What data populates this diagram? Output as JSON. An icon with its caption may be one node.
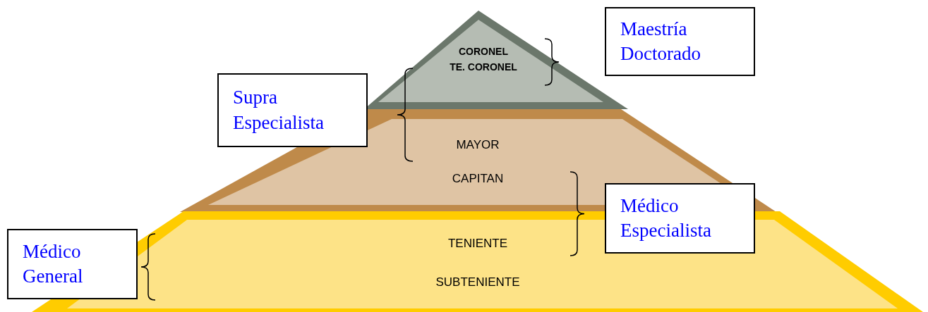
{
  "diagram": {
    "nodes": [
      {
        "text": [
          "CORONEL",
          "TE. CORONEL"
        ]
      },
      {
        "text": [
          "MAYOR",
          "CAPITAN"
        ]
      },
      {
        "text": [
          "TENIENTE",
          "SUBTENIENTE"
        ]
      },
      {
        "text": [
          "Maestría Doctorado"
        ]
      },
      {
        "text": [
          "Supra Especialista"
        ]
      },
      {
        "text": [
          "Médico Especialista"
        ]
      },
      {
        "text": [
          "Médico General"
        ]
      }
    ],
    "edges": []
  }
}
